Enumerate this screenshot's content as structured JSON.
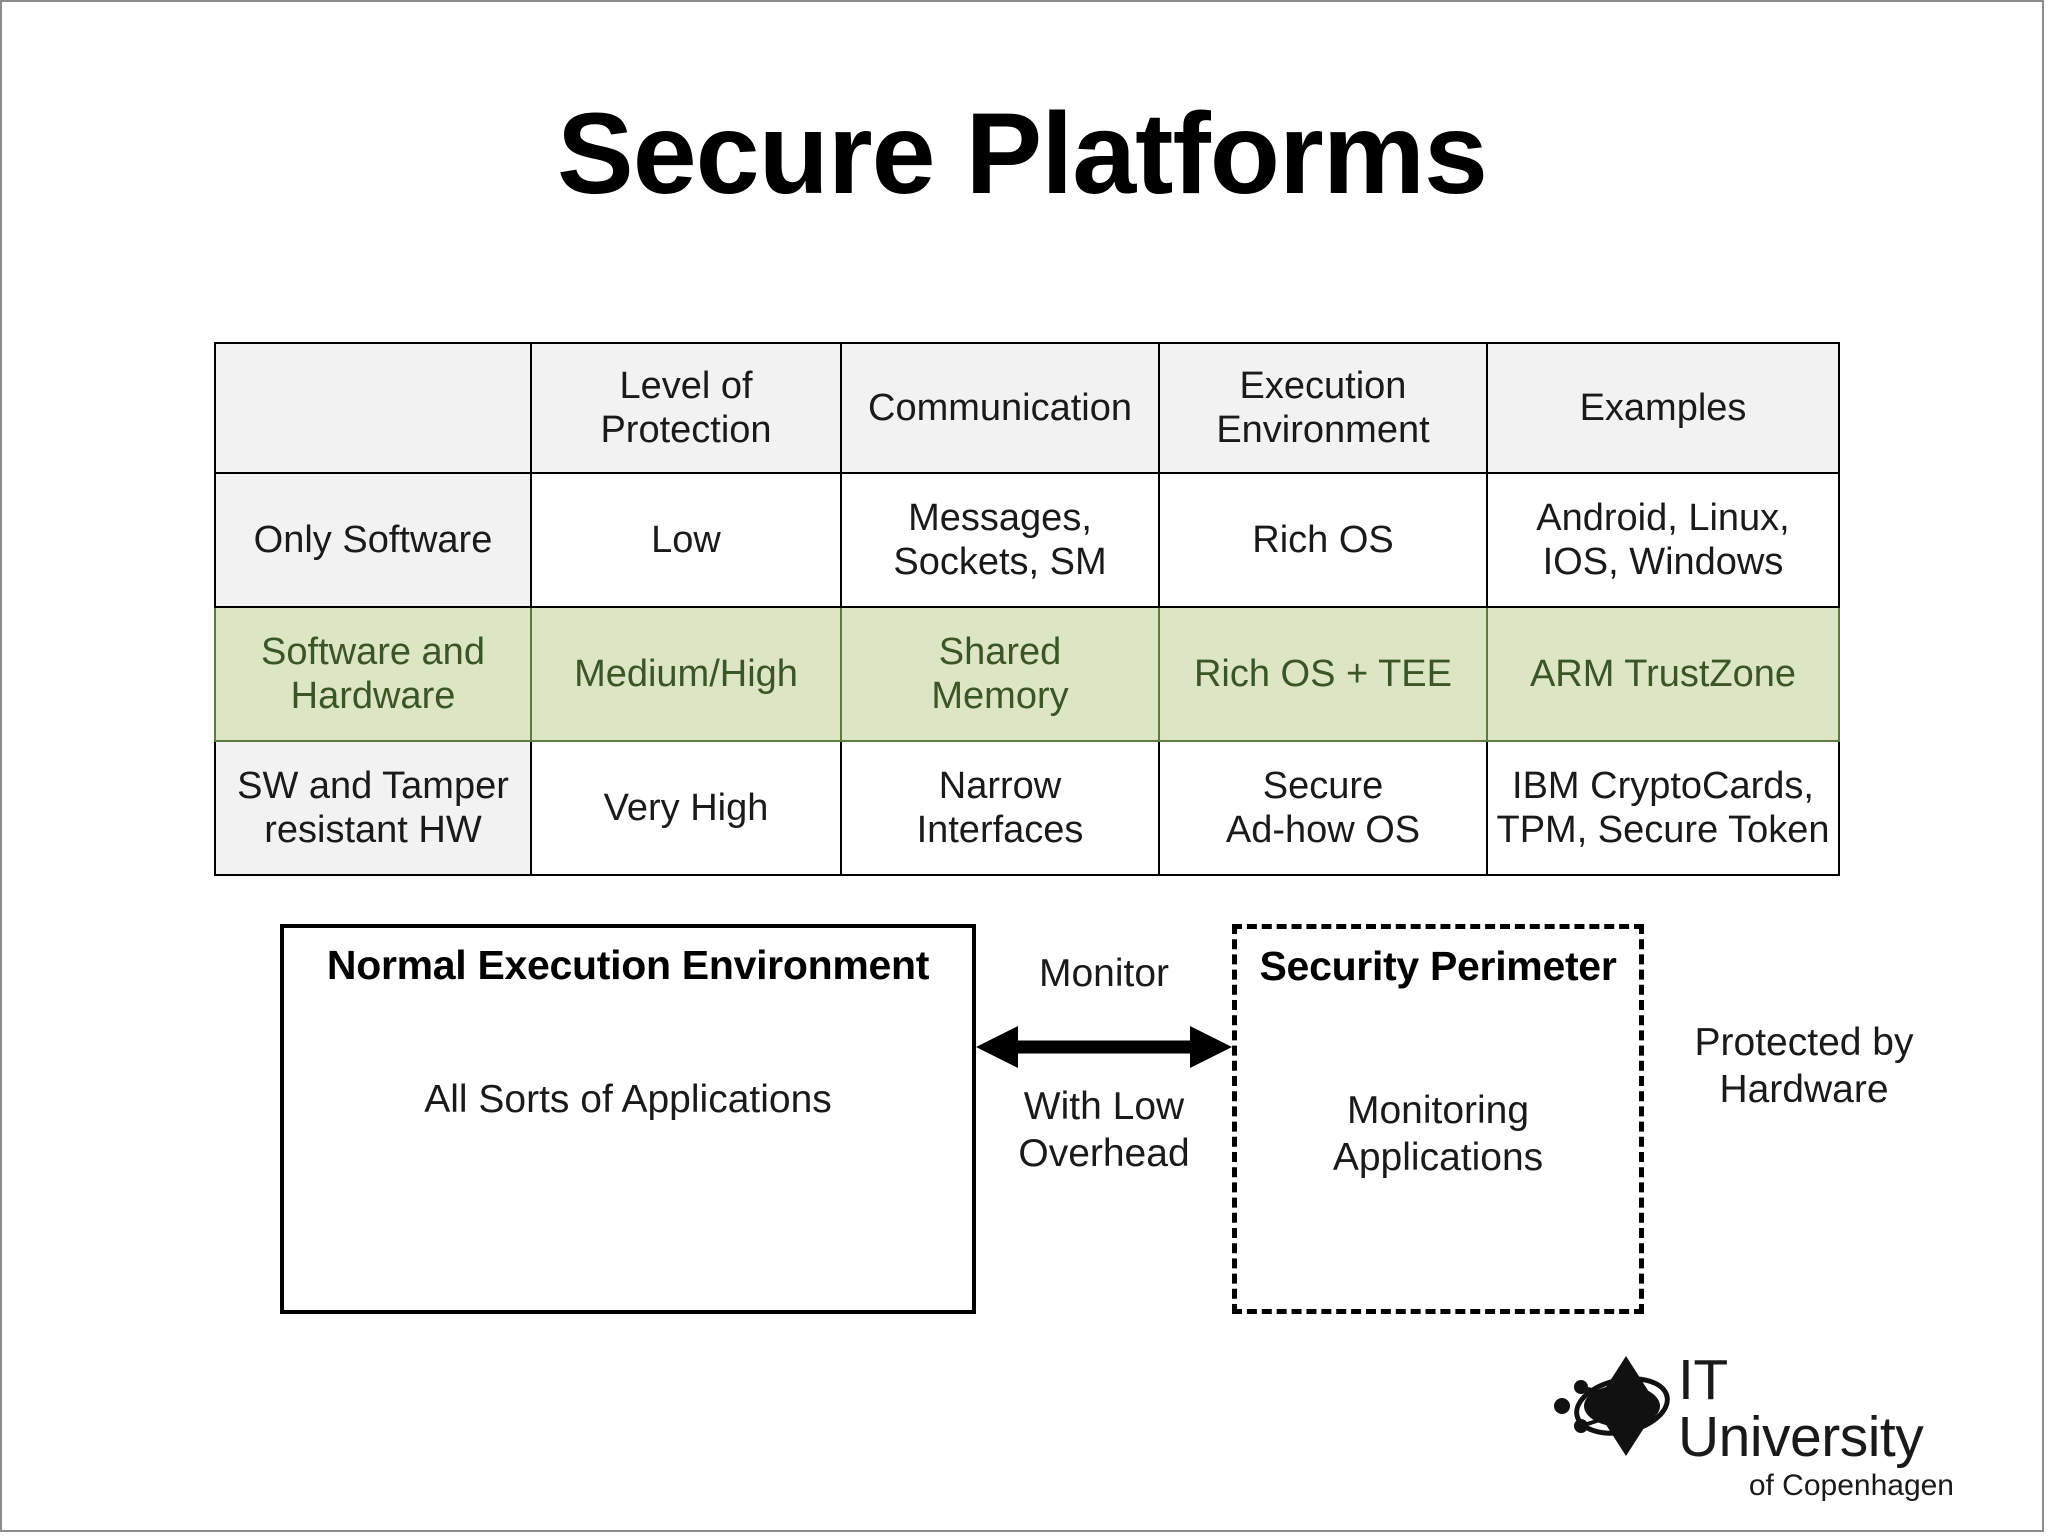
{
  "slide": {
    "title": "Secure Platforms",
    "accent_green_bg": "#dce6c5",
    "accent_green_text": "#3b5526",
    "header_bg": "#f2f2f2"
  },
  "table": {
    "columns": [
      "",
      "Level of\nProtection",
      "Communication",
      "Execution\nEnvironment",
      "Examples"
    ],
    "headers": {
      "c0": "",
      "c1_line1": "Level of",
      "c1_line2": "Protection",
      "c2": "Communication",
      "c3_line1": "Execution",
      "c3_line2": "Environment",
      "c4": "Examples"
    },
    "rows": [
      {
        "highlight": false,
        "category": "Only Software",
        "protection": "Low",
        "communication_line1": "Messages,",
        "communication_line2": "Sockets, SM",
        "environment": "Rich OS",
        "examples_line1": "Android, Linux,",
        "examples_line2": "IOS, Windows"
      },
      {
        "highlight": true,
        "category_line1": "Software and",
        "category_line2": "Hardware",
        "protection": "Medium/High",
        "communication_line1": "Shared",
        "communication_line2": "Memory",
        "environment": "Rich OS + TEE",
        "examples": "ARM TrustZone"
      },
      {
        "highlight": false,
        "category_line1": "SW and Tamper",
        "category_line2": "resistant HW",
        "protection": "Very High",
        "communication_line1": "Narrow",
        "communication_line2": "Interfaces",
        "environment_line1": "Secure",
        "environment_line2": "Ad-how OS",
        "examples_line1": "IBM CryptoCards,",
        "examples_line2": "TPM, Secure Token"
      }
    ]
  },
  "diagram": {
    "normal_box": {
      "title": "Normal Execution Environment",
      "body": "All Sorts of Applications"
    },
    "perimeter_box": {
      "title": "Security Perimeter",
      "body_line1": "Monitoring",
      "body_line2": "Applications"
    },
    "arrow": {
      "label_above": "Monitor",
      "label_below_line1": "With Low",
      "label_below_line2": "Overhead"
    },
    "side_note_line1": "Protected by",
    "side_note_line2": "Hardware"
  },
  "logo": {
    "name": "IT University",
    "subtitle": "of Copenhagen"
  }
}
